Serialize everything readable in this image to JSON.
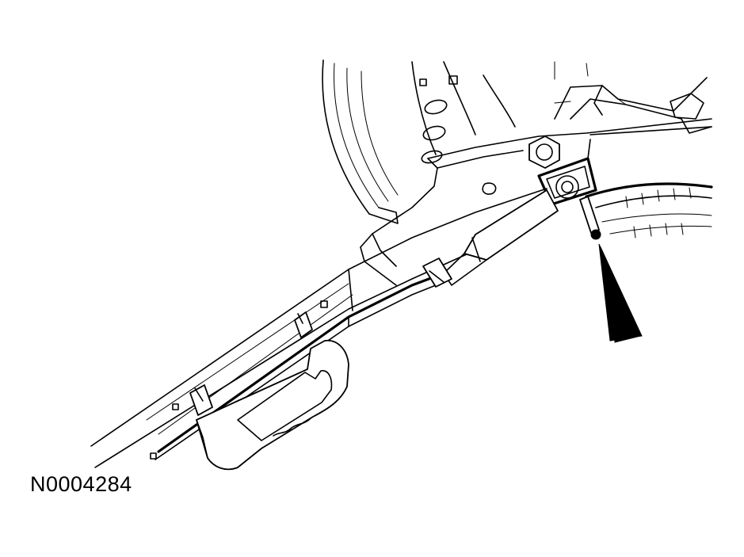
{
  "figure": {
    "reference_number": "N0004284",
    "colors": {
      "line": "#000000",
      "background": "#ffffff"
    },
    "callouts": [
      {
        "type": "arrow",
        "points_to": "fastener"
      }
    ]
  }
}
